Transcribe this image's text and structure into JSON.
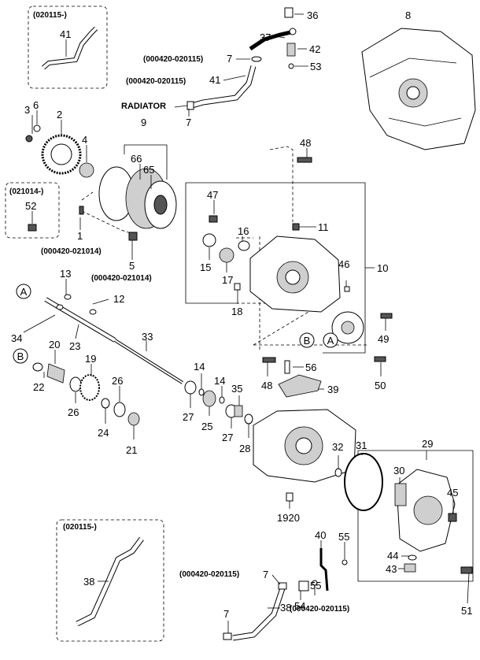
{
  "callouts": [
    {
      "id": "c36",
      "text": "36"
    },
    {
      "id": "c8",
      "text": "8"
    },
    {
      "id": "c37",
      "text": "37"
    },
    {
      "id": "c42",
      "text": "42"
    },
    {
      "id": "c7a",
      "text": "7"
    },
    {
      "id": "c53",
      "text": "53"
    },
    {
      "id": "c41b",
      "text": "41"
    },
    {
      "id": "c41a",
      "text": "41"
    },
    {
      "id": "c3",
      "text": "3"
    },
    {
      "id": "c6",
      "text": "6"
    },
    {
      "id": "c2",
      "text": "2"
    },
    {
      "id": "c7b",
      "text": "7"
    },
    {
      "id": "c9",
      "text": "9"
    },
    {
      "id": "c66",
      "text": "66"
    },
    {
      "id": "c65",
      "text": "65"
    },
    {
      "id": "c4",
      "text": "4"
    },
    {
      "id": "c48a",
      "text": "48"
    },
    {
      "id": "c52",
      "text": "52"
    },
    {
      "id": "c1",
      "text": "1"
    },
    {
      "id": "c5",
      "text": "5"
    },
    {
      "id": "c47",
      "text": "47"
    },
    {
      "id": "c11",
      "text": "11"
    },
    {
      "id": "c16",
      "text": "16"
    },
    {
      "id": "c15",
      "text": "15"
    },
    {
      "id": "c17",
      "text": "17"
    },
    {
      "id": "c46",
      "text": "46"
    },
    {
      "id": "c10",
      "text": "10"
    },
    {
      "id": "c18",
      "text": "18"
    },
    {
      "id": "c13",
      "text": "13"
    },
    {
      "id": "c12",
      "text": "12"
    },
    {
      "id": "c49",
      "text": "49"
    },
    {
      "id": "c34",
      "text": "34"
    },
    {
      "id": "c23",
      "text": "23"
    },
    {
      "id": "c33",
      "text": "33"
    },
    {
      "id": "c20",
      "text": "20"
    },
    {
      "id": "c19",
      "text": "19"
    },
    {
      "id": "c22",
      "text": "22"
    },
    {
      "id": "c26a",
      "text": "26"
    },
    {
      "id": "c26b",
      "text": "26"
    },
    {
      "id": "c14a",
      "text": "14"
    },
    {
      "id": "c14b",
      "text": "14"
    },
    {
      "id": "c56",
      "text": "56"
    },
    {
      "id": "c48b",
      "text": "48"
    },
    {
      "id": "c39",
      "text": "39"
    },
    {
      "id": "c50",
      "text": "50"
    },
    {
      "id": "c35",
      "text": "35"
    },
    {
      "id": "c24",
      "text": "24"
    },
    {
      "id": "c27a",
      "text": "27"
    },
    {
      "id": "c25",
      "text": "25"
    },
    {
      "id": "c27b",
      "text": "27"
    },
    {
      "id": "c28",
      "text": "28"
    },
    {
      "id": "c21",
      "text": "21"
    },
    {
      "id": "c29",
      "text": "29"
    },
    {
      "id": "c32",
      "text": "32"
    },
    {
      "id": "c31",
      "text": "31"
    },
    {
      "id": "c30",
      "text": "30"
    },
    {
      "id": "c45",
      "text": "45"
    },
    {
      "id": "c1920",
      "text": "1920"
    },
    {
      "id": "c40",
      "text": "40"
    },
    {
      "id": "c55a",
      "text": "55"
    },
    {
      "id": "c44",
      "text": "44"
    },
    {
      "id": "c43",
      "text": "43"
    },
    {
      "id": "c38a",
      "text": "38"
    },
    {
      "id": "c7c",
      "text": "7"
    },
    {
      "id": "c54",
      "text": "54"
    },
    {
      "id": "c55b",
      "text": "55"
    },
    {
      "id": "c51",
      "text": "51"
    },
    {
      "id": "c7d",
      "text": "7"
    },
    {
      "id": "c38b",
      "text": "38"
    }
  ],
  "date_notes": [
    {
      "id": "d1",
      "text": "(020115-)"
    },
    {
      "id": "d2",
      "text": "(000420-020115)"
    },
    {
      "id": "d3",
      "text": "(000420-020115)"
    },
    {
      "id": "d4",
      "text": "(021014-)"
    },
    {
      "id": "d5",
      "text": "(000420-021014)"
    },
    {
      "id": "d6",
      "text": "(000420-021014)"
    },
    {
      "id": "d7",
      "text": "(020115-)"
    },
    {
      "id": "d8",
      "text": "(000420-020115)"
    },
    {
      "id": "d9",
      "text": "(000420-020115)"
    }
  ],
  "radiator_label": "RADIATOR",
  "ref_markers": [
    {
      "id": "mA1",
      "text": "A"
    },
    {
      "id": "mB1",
      "text": "B"
    },
    {
      "id": "mB2",
      "text": "B"
    },
    {
      "id": "mA2",
      "text": "A"
    }
  ]
}
